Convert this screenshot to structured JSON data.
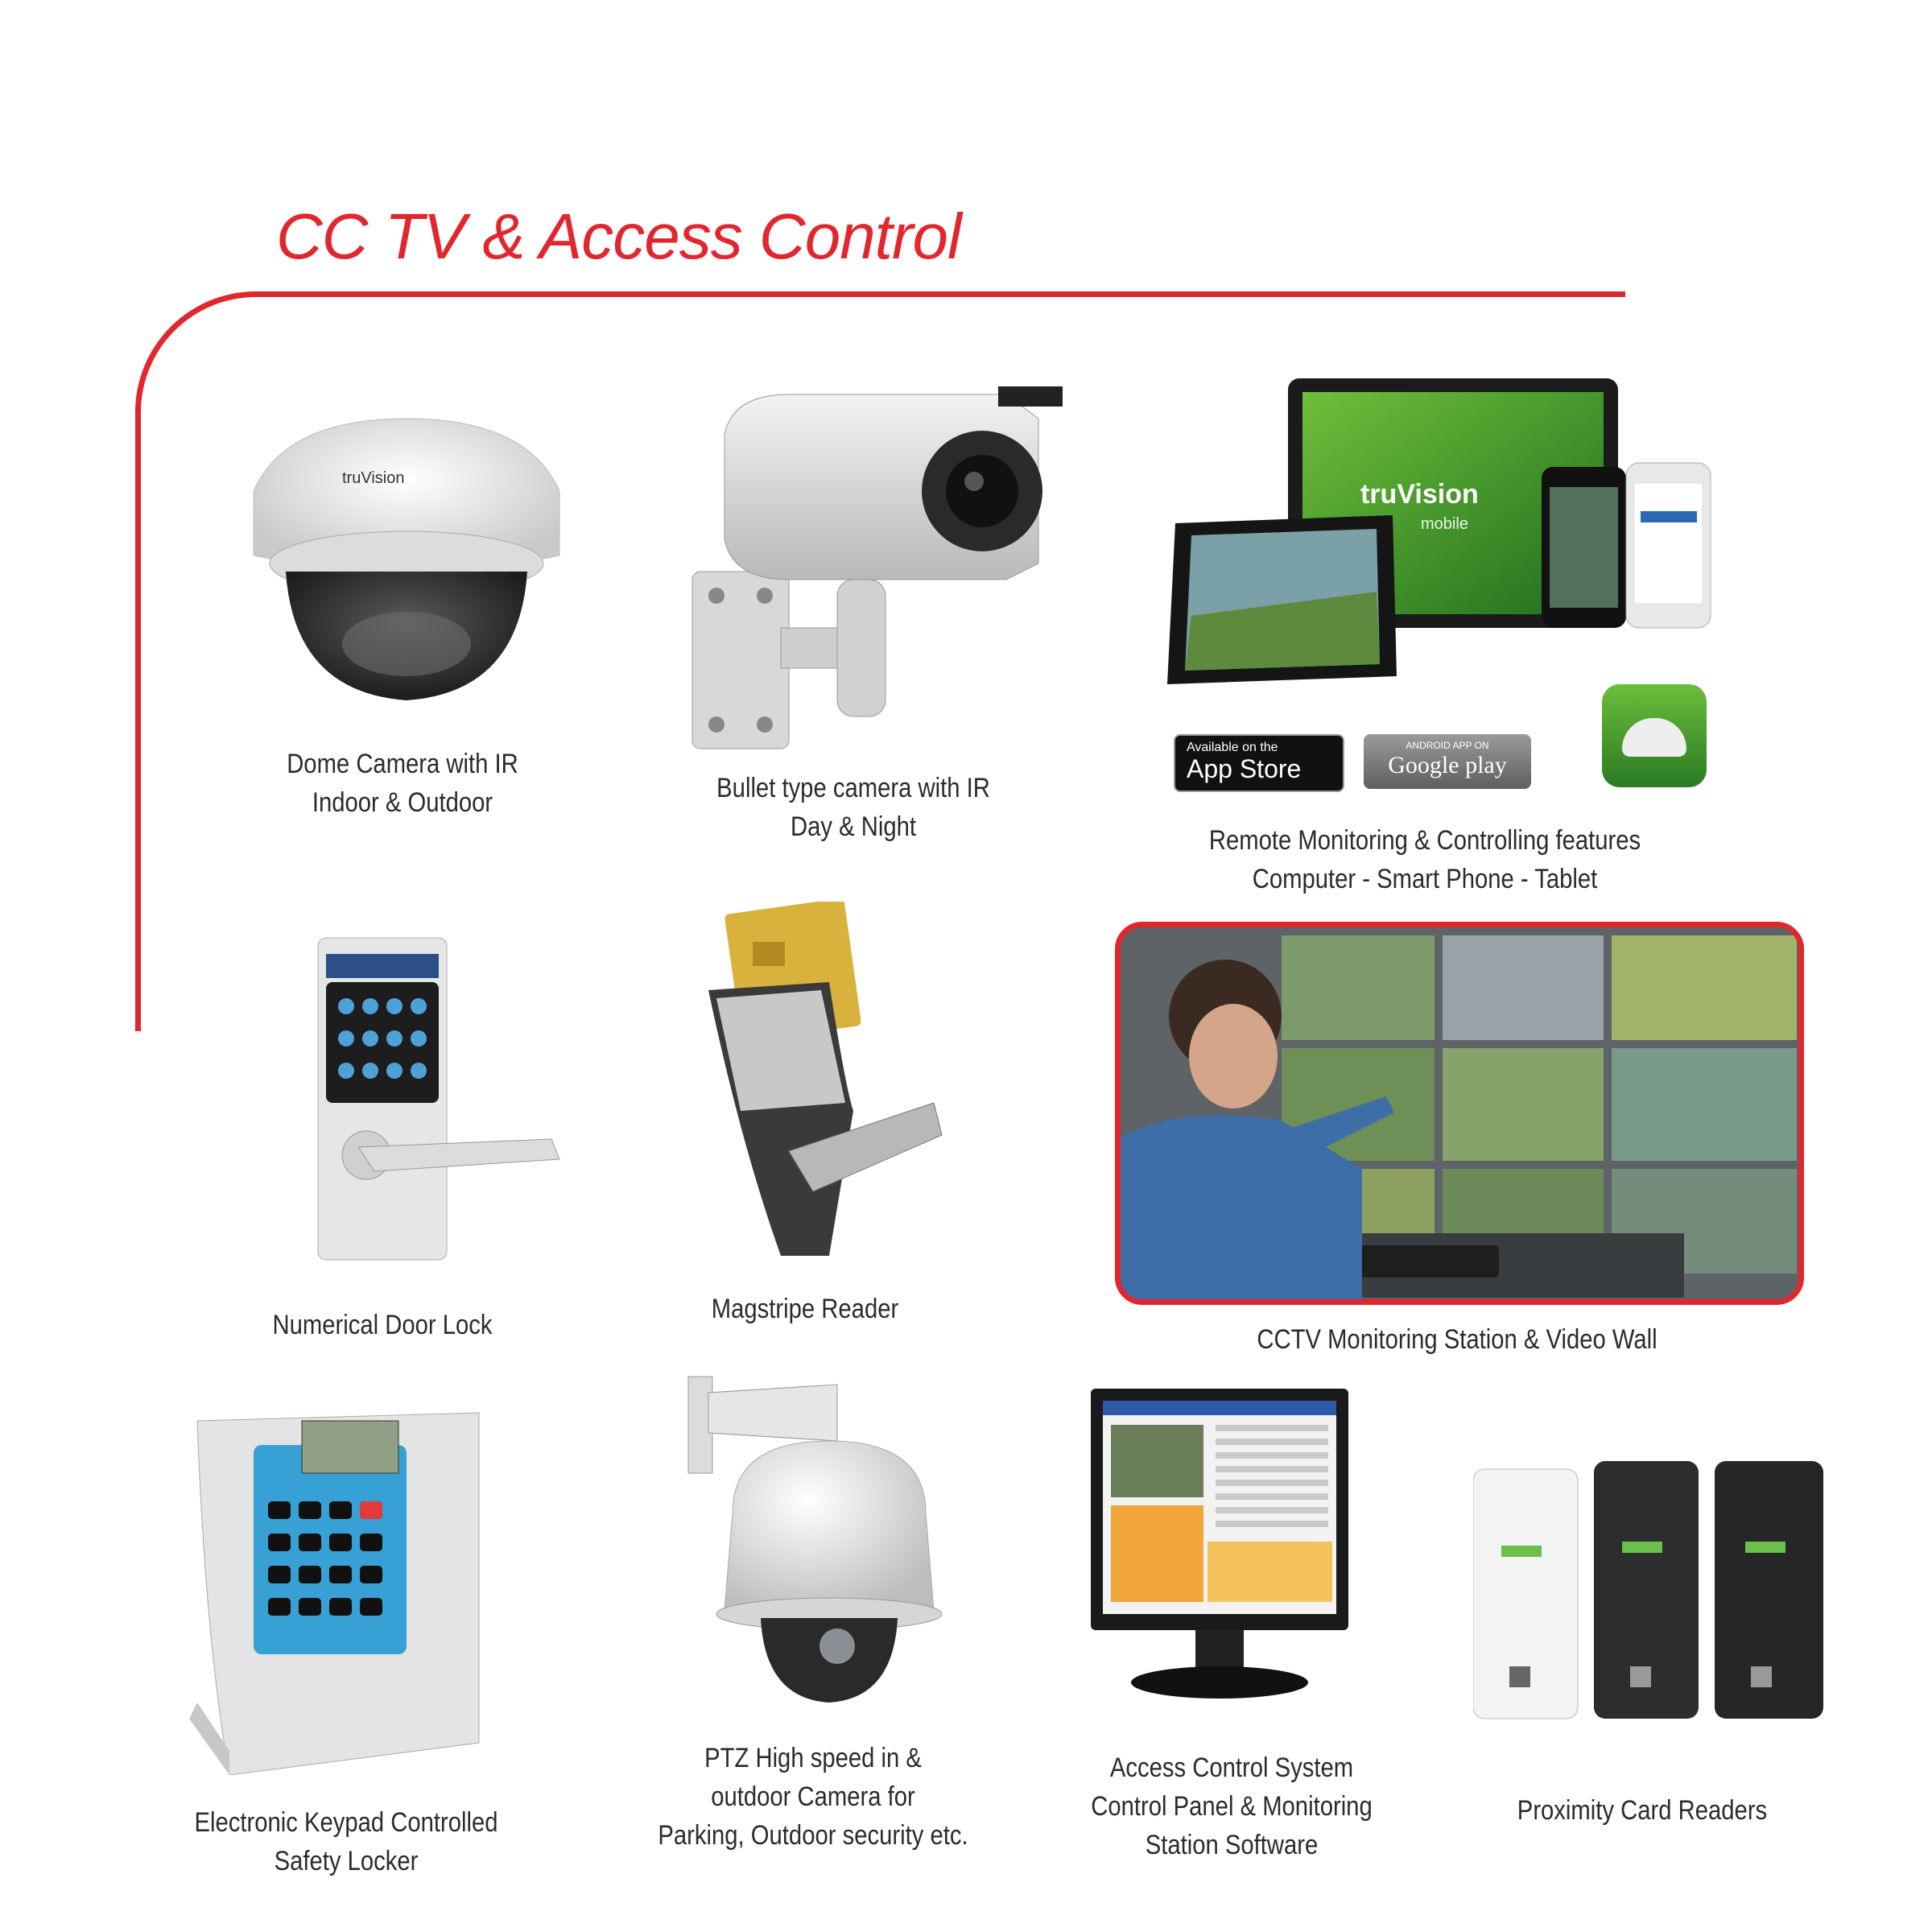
{
  "page": {
    "title": "CC TV & Access Control"
  },
  "brand": {
    "accent": "#e1262d",
    "logo_text": "truVision",
    "logo_sub": "mobile"
  },
  "badges": {
    "appstore_small": "Available on the",
    "appstore_large": "App Store",
    "googleplay_small": "ANDROID APP ON",
    "googleplay_large": "Google play"
  },
  "products": [
    {
      "id": "dome-camera",
      "caption": [
        "Dome Camera with IR",
        "Indoor & Outdoor"
      ]
    },
    {
      "id": "bullet-camera",
      "caption": [
        "Bullet type camera with IR",
        "Day & Night"
      ]
    },
    {
      "id": "remote-monitoring",
      "caption": [
        "Remote Monitoring & Controlling features",
        "Computer - Smart Phone - Tablet"
      ]
    },
    {
      "id": "door-lock",
      "caption": [
        "Numerical Door Lock"
      ]
    },
    {
      "id": "magstripe-reader",
      "caption": [
        "Magstripe Reader"
      ]
    },
    {
      "id": "monitoring-station",
      "caption": [
        "CCTV Monitoring Station & Video  Wall"
      ]
    },
    {
      "id": "safety-locker",
      "caption": [
        "Electronic Keypad Controlled",
        "Safety Locker"
      ]
    },
    {
      "id": "ptz-camera",
      "caption": [
        "PTZ High speed in &",
        "outdoor Camera for",
        "Parking, Outdoor security etc."
      ]
    },
    {
      "id": "access-control",
      "caption": [
        "Access Control System",
        "Control Panel & Monitoring",
        "Station Software"
      ]
    },
    {
      "id": "proximity-readers",
      "caption": [
        "Proximity Card Readers"
      ]
    }
  ]
}
